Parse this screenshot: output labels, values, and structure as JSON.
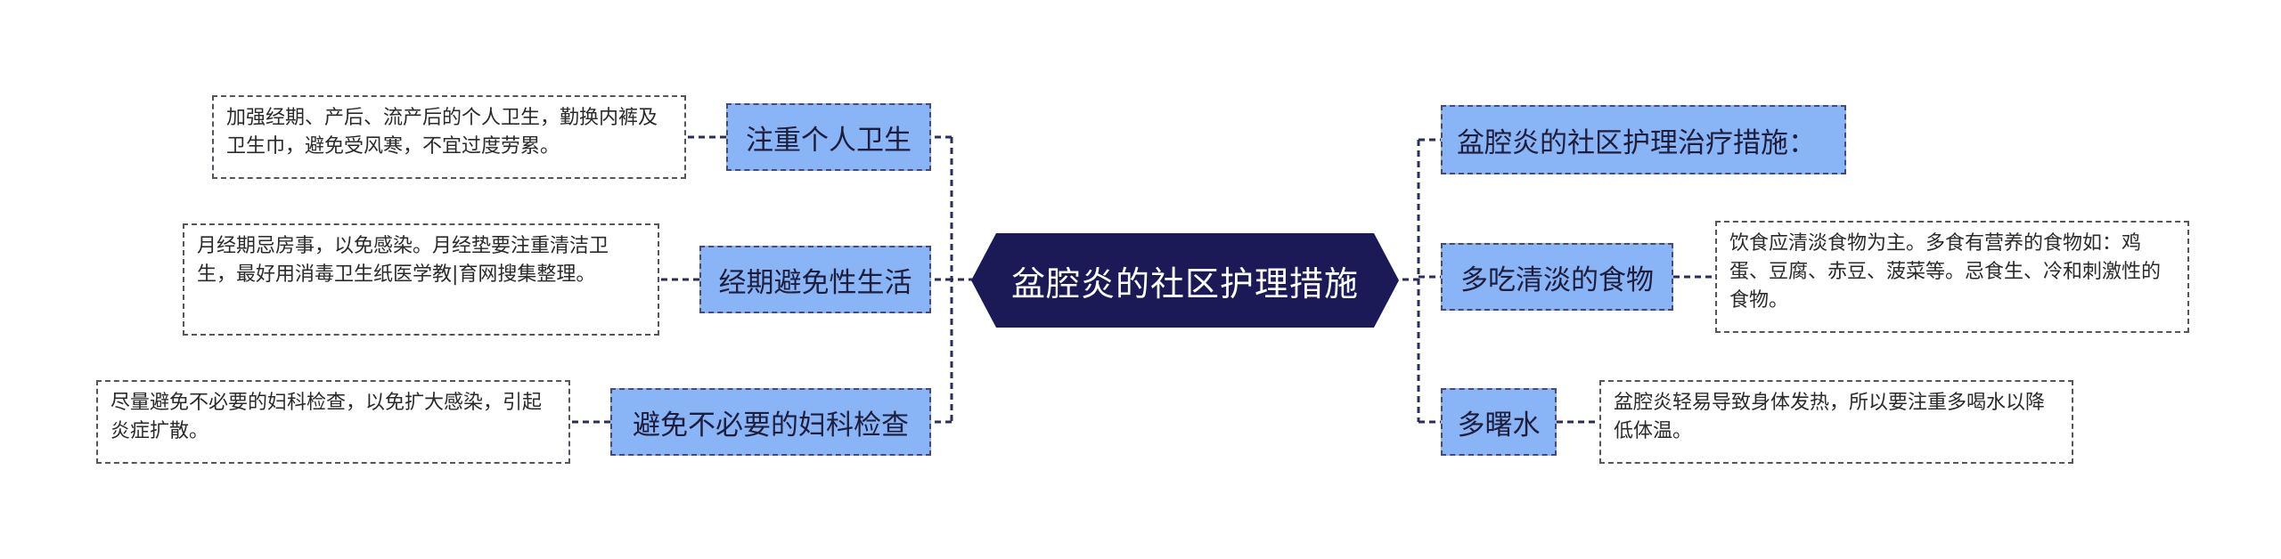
{
  "central_topic": "盆腔炎的社区护理措施",
  "left_branches": [
    {
      "topic": "注重个人卫生",
      "detail": "加强经期、产后、流产后的个人卫生，勤换内裤及卫生巾，避免受风寒，不宜过度劳累。"
    },
    {
      "topic": "经期避免性生活",
      "detail": "月经期忌房事，以免感染。月经垫要注重清洁卫生，最好用消毒卫生纸医学教|育网搜集整理。"
    },
    {
      "topic": "避免不必要的妇科检查",
      "detail": "尽量避免不必要的妇科检查，以免扩大感染，引起炎症扩散。"
    }
  ],
  "right_branches": [
    {
      "topic": "盆腔炎的社区护理治疗措施："
    },
    {
      "topic": "多吃清淡的食物",
      "detail": "饮食应清淡食物为主。多食有营养的食物如：鸡蛋、豆腐、赤豆、菠菜等。忌食生、冷和刺激性的食物。"
    },
    {
      "topic": "多曙水",
      "detail": "盆腔炎轻易导致身体发热，所以要注重多喝水以降低体温。"
    }
  ],
  "colors": {
    "central_fill": "#1b1a57",
    "topic_fill": "#89b4f6",
    "connector": "#2b2d5e"
  }
}
